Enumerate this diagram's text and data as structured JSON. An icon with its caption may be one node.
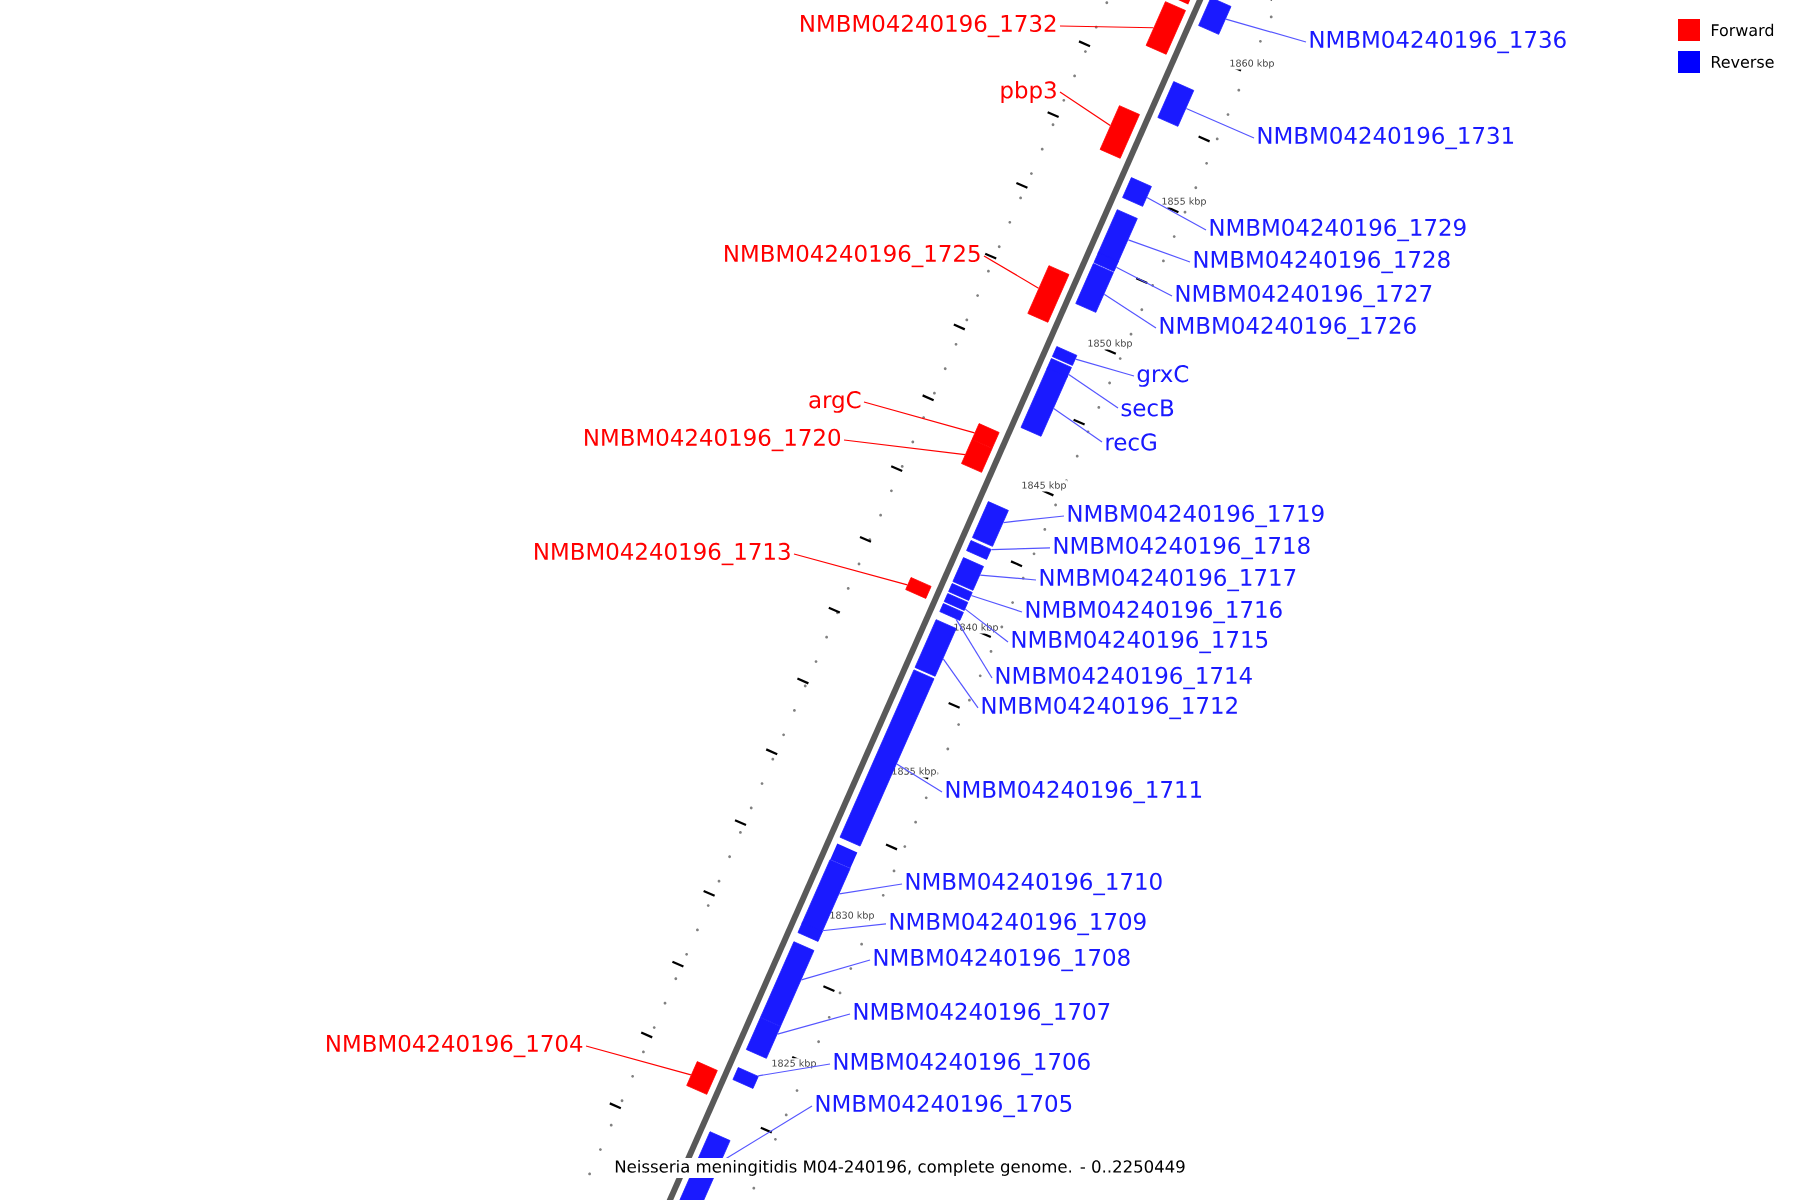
{
  "diagram": {
    "caption": "Neisseria meningitidis M04-240196, complete genome. - 0..2250449",
    "nodes": [
      {
        "text": [
          "NMBM04240196_1732"
        ]
      },
      {
        "text": [],
        "shape": "box"
      },
      {
        "text": [
          "NMBM04240196_1736"
        ]
      },
      {
        "text": [],
        "shape": "box"
      },
      {
        "text": [
          "pbp3"
        ]
      },
      {
        "text": [],
        "shape": "box"
      },
      {
        "text": [
          "NMBM04240196_1731"
        ]
      },
      {
        "text": [],
        "shape": "box"
      },
      {
        "text": [
          "NMBM04240196_1729"
        ]
      },
      {
        "text": [],
        "shape": "box"
      },
      {
        "text": [
          "NMBM04240196_1725"
        ]
      },
      {
        "text": [],
        "shape": "box"
      },
      {
        "text": [
          "NMBM04240196_1728"
        ]
      },
      {
        "text": [],
        "shape": "box"
      },
      {
        "text": [
          "NMBM04240196_1727"
        ]
      },
      {
        "text": [],
        "shape": "box"
      },
      {
        "text": [
          "NMBM04240196_1726"
        ]
      },
      {
        "text": [],
        "shape": "box"
      },
      {
        "text": [
          "grxC"
        ]
      },
      {
        "text": [],
        "shape": "box"
      },
      {
        "text": [
          "secB"
        ]
      },
      {
        "text": [],
        "shape": "box"
      },
      {
        "text": [
          "argC"
        ]
      },
      {
        "text": [],
        "shape": "box"
      },
      {
        "text": [
          "recG"
        ]
      },
      {
        "text": [],
        "shape": "box"
      },
      {
        "text": [
          "NMBM04240196_1720"
        ]
      },
      {
        "text": [],
        "shape": "box"
      },
      {
        "text": [
          "NMBM04240196_1719"
        ]
      },
      {
        "text": [],
        "shape": "box"
      },
      {
        "text": [
          "NMBM04240196_1718"
        ]
      },
      {
        "text": [],
        "shape": "box"
      },
      {
        "text": [
          "NMBM04240196_1713"
        ]
      },
      {
        "text": [],
        "shape": "box"
      },
      {
        "text": [
          "NMBM04240196_1717"
        ]
      },
      {
        "text": [],
        "shape": "box"
      },
      {
        "text": [
          "NMBM04240196_1716"
        ]
      },
      {
        "text": [],
        "shape": "box"
      },
      {
        "text": [
          "NMBM04240196_1715"
        ]
      },
      {
        "text": [],
        "shape": "box"
      },
      {
        "text": [
          "NMBM04240196_1714"
        ]
      },
      {
        "text": [],
        "shape": "box"
      },
      {
        "text": [
          "NMBM04240196_1712"
        ]
      },
      {
        "text": [],
        "shape": "box"
      },
      {
        "text": [
          "NMBM04240196_1711"
        ]
      },
      {
        "text": [],
        "shape": "box"
      },
      {
        "text": [
          "NMBM04240196_1710"
        ]
      },
      {
        "text": [],
        "shape": "box"
      },
      {
        "text": [
          "NMBM04240196_1709"
        ]
      },
      {
        "text": [],
        "shape": "box"
      },
      {
        "text": [
          "NMBM04240196_1708"
        ]
      },
      {
        "text": [],
        "shape": "box"
      },
      {
        "text": [
          "NMBM04240196_1707"
        ]
      },
      {
        "text": [],
        "shape": "box"
      },
      {
        "text": [
          "NMBM04240196_1704"
        ]
      },
      {
        "text": [],
        "shape": "box"
      },
      {
        "text": [
          "NMBM04240196_1706"
        ]
      },
      {
        "text": [],
        "shape": "box"
      },
      {
        "text": [
          "NMBM04240196_1705"
        ]
      },
      {
        "text": [],
        "shape": "box"
      }
    ],
    "edges": [
      {
        "from": 0,
        "to": 1,
        "arrow": "none",
        "color": "#ff0000"
      },
      {
        "from": 2,
        "to": 3,
        "arrow": "none"
      },
      {
        "from": 4,
        "to": 5,
        "arrow": "none",
        "color": "#ff0000"
      },
      {
        "from": 6,
        "to": 7,
        "arrow": "none"
      },
      {
        "from": 8,
        "to": 9,
        "arrow": "none"
      },
      {
        "from": 10,
        "to": 11,
        "arrow": "none",
        "color": "#ff0000"
      },
      {
        "from": 12,
        "to": 13,
        "arrow": "none"
      },
      {
        "from": 14,
        "to": 15,
        "arrow": "none"
      },
      {
        "from": 16,
        "to": 17,
        "arrow": "none"
      },
      {
        "from": 18,
        "to": 19,
        "arrow": "none"
      },
      {
        "from": 20,
        "to": 21,
        "arrow": "none"
      },
      {
        "from": 22,
        "to": 23,
        "arrow": "none",
        "color": "#ff0000"
      },
      {
        "from": 24,
        "to": 25,
        "arrow": "none"
      },
      {
        "from": 26,
        "to": 27,
        "arrow": "none",
        "color": "#ff0000"
      },
      {
        "from": 28,
        "to": 29,
        "arrow": "none"
      },
      {
        "from": 30,
        "to": 31,
        "arrow": "none"
      },
      {
        "from": 32,
        "to": 33,
        "arrow": "none",
        "color": "#ff0000"
      },
      {
        "from": 34,
        "to": 35,
        "arrow": "none"
      },
      {
        "from": 36,
        "to": 37,
        "arrow": "none"
      },
      {
        "from": 38,
        "to": 39,
        "arrow": "none"
      },
      {
        "from": 40,
        "to": 41,
        "arrow": "none"
      },
      {
        "from": 42,
        "to": 43,
        "arrow": "none"
      },
      {
        "from": 44,
        "to": 45,
        "arrow": "none"
      },
      {
        "from": 46,
        "to": 47,
        "arrow": "none"
      },
      {
        "from": 48,
        "to": 49,
        "arrow": "none"
      },
      {
        "from": 50,
        "to": 51,
        "arrow": "none"
      },
      {
        "from": 52,
        "to": 53,
        "arrow": "none"
      },
      {
        "from": 54,
        "to": 55,
        "arrow": "none",
        "color": "#ff0000"
      },
      {
        "from": 56,
        "to": 57,
        "arrow": "none"
      },
      {
        "from": 58,
        "to": 59,
        "arrow": "none"
      }
    ],
    "labels": [
      "1860 kbp",
      "1855 kbp",
      "1850 kbp",
      "1845 kbp",
      "1840 kbp",
      "1835 kbp",
      "1830 kbp",
      "1825 kbp"
    ],
    "legend": [
      {
        "text": "Forward",
        "color": "#ff0000"
      },
      {
        "text": "Reverse",
        "color": "#0000ff"
      }
    ]
  }
}
